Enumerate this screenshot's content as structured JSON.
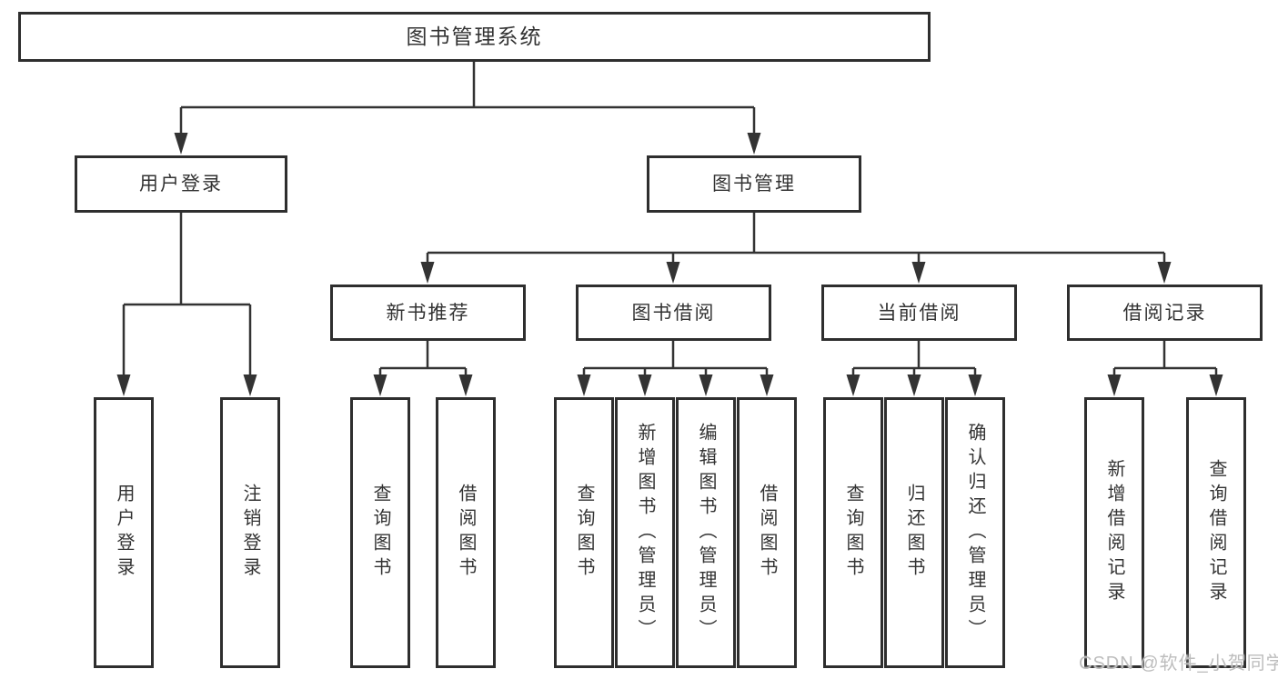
{
  "colors": {
    "line": "#333333",
    "box_border": "#2e2e2e",
    "text": "#333333",
    "watermark": "#bdbdbd",
    "background": "#ffffff"
  },
  "tree": {
    "root": {
      "label": "图书管理系统"
    },
    "branches": [
      {
        "label": "用户登录",
        "children": [
          {
            "label": "用户登录"
          },
          {
            "label": "注销登录"
          }
        ]
      },
      {
        "label": "图书管理",
        "children": [
          {
            "label": "新书推荐",
            "children": [
              {
                "label": "查询图书"
              },
              {
                "label": "借阅图书"
              }
            ]
          },
          {
            "label": "图书借阅",
            "children": [
              {
                "label": "查询图书"
              },
              {
                "label": "新增图书（管理员）"
              },
              {
                "label": "编辑图书（管理员）"
              },
              {
                "label": "借阅图书"
              }
            ]
          },
          {
            "label": "当前借阅",
            "children": [
              {
                "label": "查询图书"
              },
              {
                "label": "归还图书"
              },
              {
                "label": "确认归还（管理员）"
              }
            ]
          },
          {
            "label": "借阅记录",
            "children": [
              {
                "label": "新增借阅记录"
              },
              {
                "label": "查询借阅记录"
              }
            ]
          }
        ]
      }
    ]
  },
  "watermark": "CSDN @软件_小贺同学"
}
